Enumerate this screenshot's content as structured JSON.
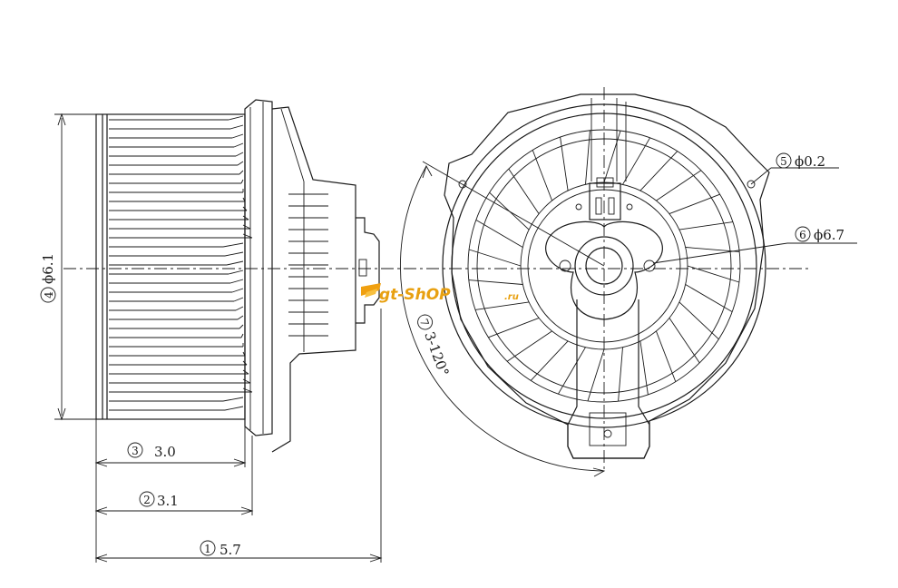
{
  "labels": {
    "n1": "1",
    "dim1": "5.7",
    "n2": "2",
    "dim2": "3.1",
    "n3": "3",
    "dim3": "3.0",
    "n4": "4",
    "dim4": "ϕ6.1",
    "n5": "5",
    "dim5": "ϕ0.2",
    "n6": "6",
    "dim6": "ϕ6.7",
    "n7": "7",
    "dim7": "3-120°"
  },
  "watermark": {
    "text": "gt-ShOP",
    "suffix": ".ru",
    "color": "#e8a010"
  }
}
